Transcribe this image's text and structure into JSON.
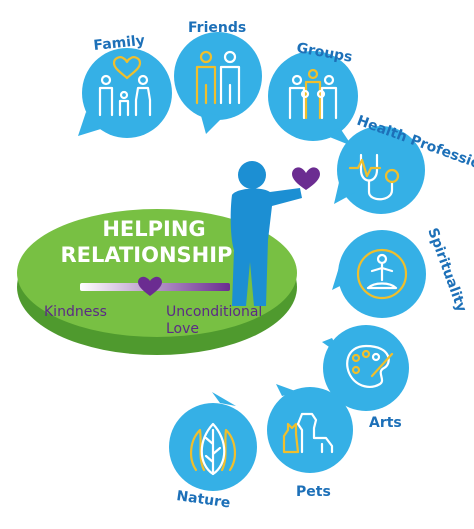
{
  "center": {
    "title_line1": "HELPING",
    "title_line2": "RELATIONSHIPS",
    "scale_left": "Kindness",
    "scale_right_line1": "Unconditional",
    "scale_right_line2": "Love"
  },
  "categories": [
    {
      "key": "family",
      "label": "Family",
      "icon": "family-icon"
    },
    {
      "key": "friends",
      "label": "Friends",
      "icon": "friends-icon"
    },
    {
      "key": "groups",
      "label": "Groups",
      "icon": "groups-icon"
    },
    {
      "key": "health",
      "label": "Health Professionals",
      "icon": "stethoscope-icon"
    },
    {
      "key": "spirituality",
      "label": "Spirituality",
      "icon": "meditation-icon"
    },
    {
      "key": "arts",
      "label": "Arts",
      "icon": "palette-icon"
    },
    {
      "key": "pets",
      "label": "Pets",
      "icon": "cat-dog-icon"
    },
    {
      "key": "nature",
      "label": "Nature",
      "icon": "leaf-icon"
    }
  ],
  "colors": {
    "bubble": "#35b0e6",
    "label": "#1d70b8",
    "disc_top": "#78c043",
    "disc_side": "#4f9a2e",
    "figure": "#1c8fd3",
    "heart": "#6b2c91",
    "accent": "#f0bf2c"
  }
}
